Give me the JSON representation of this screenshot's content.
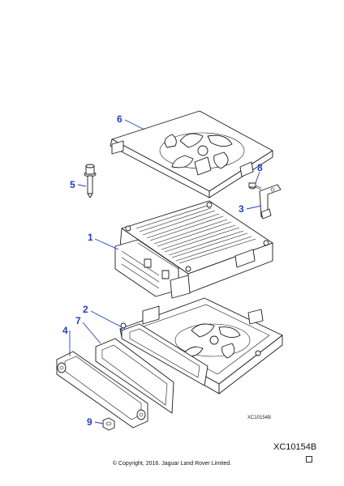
{
  "diagram": {
    "callouts": [
      {
        "id": "6",
        "label": "6"
      },
      {
        "id": "8",
        "label": "8"
      },
      {
        "id": "5",
        "label": "5"
      },
      {
        "id": "3",
        "label": "3"
      },
      {
        "id": "1",
        "label": "1"
      },
      {
        "id": "2",
        "label": "2"
      },
      {
        "id": "4",
        "label": "4"
      },
      {
        "id": "7",
        "label": "7"
      },
      {
        "id": "9",
        "label": "9"
      }
    ],
    "ref_small": "XC10154B",
    "ref_main": "XC10154B",
    "copyright": "© Copyright, 2016. Jaguar Land Rover Limited.",
    "colors": {
      "callout": "#1f3fbf",
      "line": "#1a1a1a"
    }
  }
}
